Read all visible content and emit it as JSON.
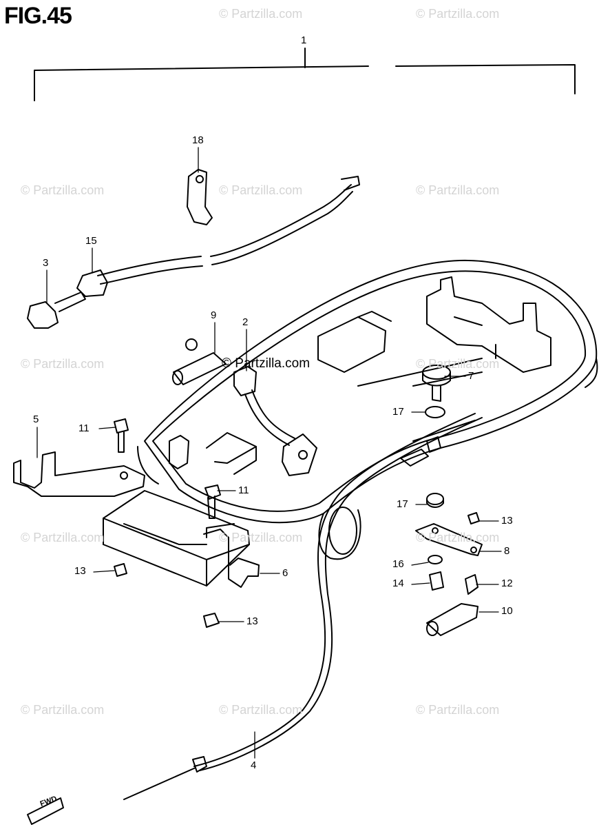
{
  "figure": {
    "title": "FIG.45"
  },
  "watermarks": {
    "text": "© Partzilla.com",
    "center_text": "© Partzilla.com"
  },
  "callouts": {
    "c1": "1",
    "c18": "18",
    "c15": "15",
    "c3": "3",
    "c9": "9",
    "c2": "2",
    "c7": "7",
    "c17a": "17",
    "c5": "5",
    "c11a": "11",
    "c11b": "11",
    "c17b": "17",
    "c13a": "13",
    "c8": "8",
    "c16": "16",
    "c14": "14",
    "c12": "12",
    "c13b": "13",
    "c6": "6",
    "c10": "10",
    "c13c": "13",
    "c4": "4"
  },
  "direction_tag": "FWD"
}
